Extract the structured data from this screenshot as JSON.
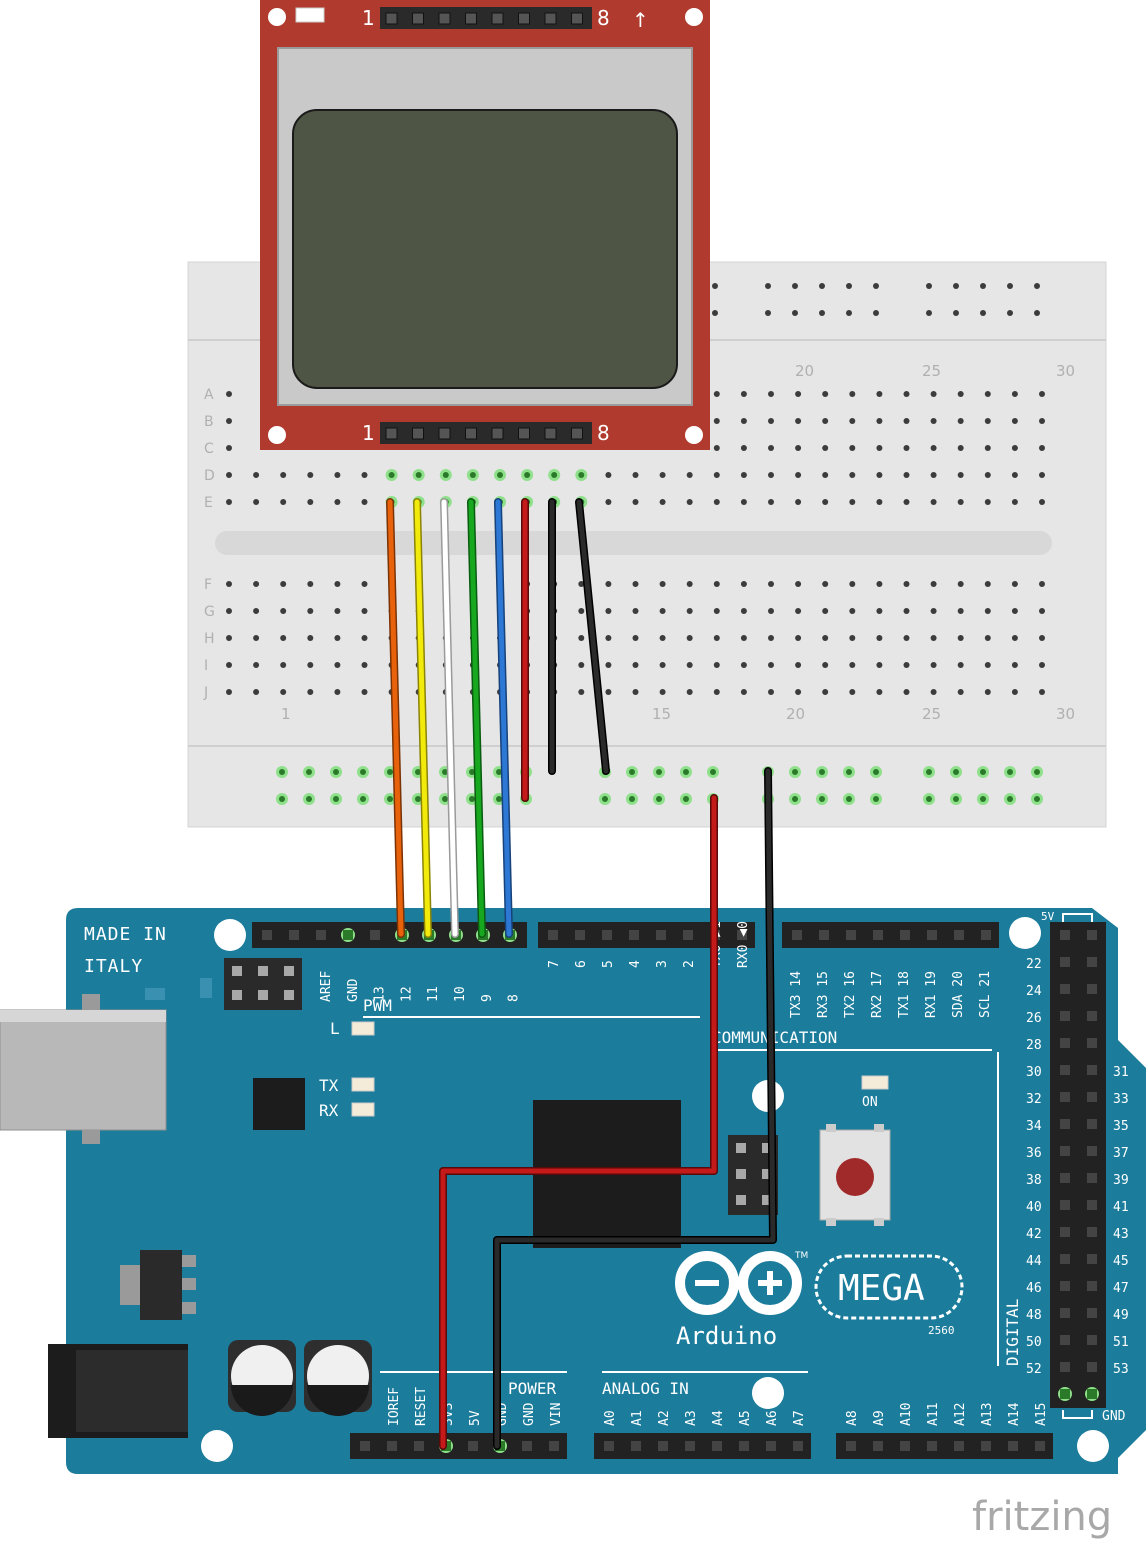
{
  "lcd": {
    "top_pin_first": "1",
    "top_pin_last": "8",
    "top_arrow": "↑",
    "bottom_pin_first": "1",
    "bottom_pin_last": "8"
  },
  "breadboard": {
    "row_labels": [
      "A",
      "B",
      "C",
      "D",
      "E",
      "F",
      "G",
      "H",
      "I",
      "J"
    ],
    "col_labels_top": [
      "20",
      "25",
      "30"
    ],
    "col_labels_bottom": [
      "1",
      "15",
      "20",
      "25",
      "30"
    ]
  },
  "arduino": {
    "made_in": "MADE IN",
    "italy": "ITALY",
    "pwm": "PWM",
    "communication": "COMMUNICATION",
    "led_l": "L",
    "led_tx": "TX",
    "led_rx": "RX",
    "led_on": "ON",
    "logo_text": "Arduino",
    "model": "MEGA",
    "model_num": "2560",
    "tm": "TM",
    "power": "POWER",
    "analog_in": "ANALOG IN",
    "digital": "DIGITAL",
    "gnd": "GND",
    "fivev": "5V",
    "top_pins_a": [
      "AREF",
      "GND",
      "13",
      "12",
      "11",
      "10",
      "9",
      "8"
    ],
    "top_pins_b": [
      "7",
      "6",
      "5",
      "4",
      "3",
      "2",
      "TX0 ▶1",
      "RX0 ◀0"
    ],
    "top_pins_c": [
      "TX3 14",
      "RX3 15",
      "TX2 16",
      "RX2 17",
      "TX1 18",
      "RX1 19",
      "SDA 20",
      "SCL 21"
    ],
    "power_pins": [
      "IOREF",
      "RESET",
      "3V3",
      "5V",
      "GND",
      "GND",
      "VIN"
    ],
    "analog_pins": [
      "A0",
      "A1",
      "A2",
      "A3",
      "A4",
      "A5",
      "A6",
      "A7"
    ],
    "analog_pins_b": [
      "A8",
      "A9",
      "A10",
      "A11",
      "A12",
      "A13",
      "A14",
      "A15"
    ],
    "digital_left": [
      "22",
      "24",
      "26",
      "28",
      "30",
      "32",
      "34",
      "36",
      "38",
      "40",
      "42",
      "44",
      "46",
      "48",
      "50",
      "52"
    ],
    "digital_right": [
      "31",
      "33",
      "35",
      "37",
      "39",
      "41",
      "43",
      "45",
      "47",
      "49",
      "51",
      "53"
    ]
  },
  "footer": {
    "brand": "fritzing"
  },
  "colors": {
    "board": "#1b7c9c",
    "lcd_pcb": "#b03a2e",
    "wire_orange": "#e8620c",
    "wire_yellow": "#f2ea0b",
    "wire_white": "#ffffff",
    "wire_green": "#17a81f",
    "wire_blue": "#2c78d4",
    "wire_red": "#c41a1a",
    "wire_black": "#1a1a1a"
  }
}
